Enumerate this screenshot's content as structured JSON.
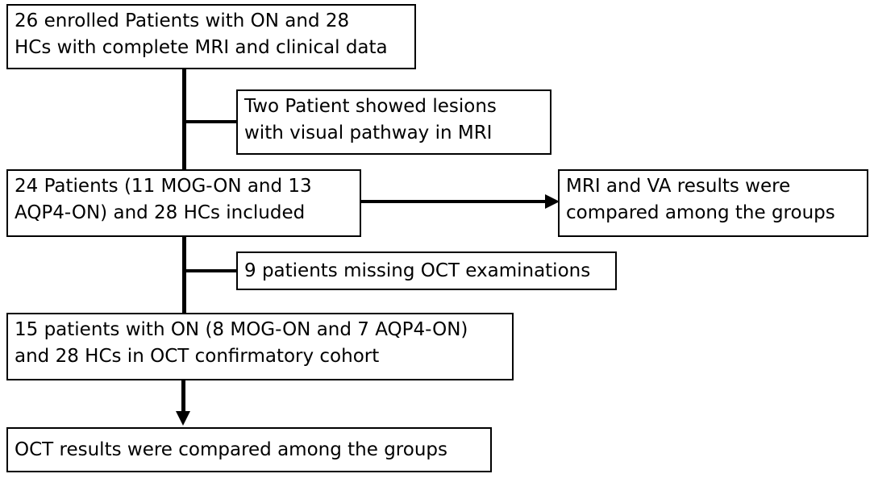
{
  "boxes": {
    "enrolled": "26 enrolled Patients with ON and 28\nHCs with complete MRI and clinical data",
    "excluded_lesions": "Two Patient showed lesions\nwith visual pathway in MRI",
    "included": "24 Patients (11 MOG-ON and 13\nAQP4-ON) and 28 HCs included",
    "mri_va": "MRI and VA results were\ncompared among the groups",
    "missing_oct": "9 patients missing OCT examinations",
    "oct_cohort": "15 patients with ON (8 MOG-ON and 7 AQP4-ON)\nand 28 HCs in OCT confirmatory cohort",
    "oct_results": "OCT results were compared among the groups"
  }
}
